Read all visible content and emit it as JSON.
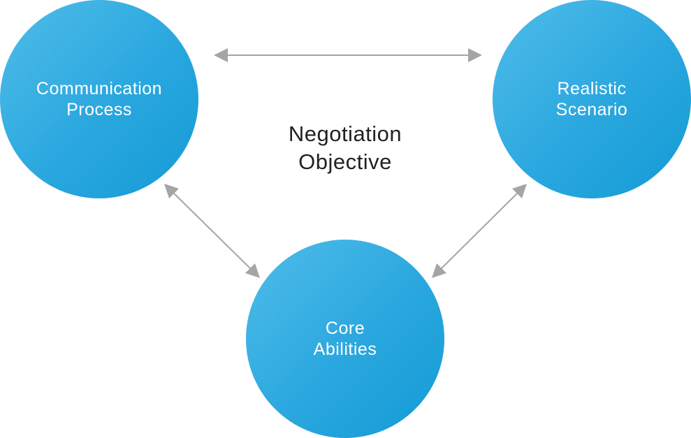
{
  "diagram": {
    "title_lines": [
      "Negotiation",
      "Objective"
    ],
    "nodes": {
      "communication": {
        "lines": [
          "Communication",
          "Process"
        ]
      },
      "realistic": {
        "lines": [
          "Realistic",
          "Scenario"
        ]
      },
      "core": {
        "lines": [
          "Core",
          "Abilities"
        ]
      }
    },
    "connectors": [
      {
        "from": "communication",
        "to": "realistic",
        "style": "double-arrow"
      },
      {
        "from": "communication",
        "to": "core",
        "style": "double-arrow"
      },
      {
        "from": "realistic",
        "to": "core",
        "style": "double-arrow"
      }
    ],
    "colors": {
      "node_fill": "#2aa7df",
      "node_text": "#ffffff",
      "connector": "#a5a5a5",
      "title_text": "#222222"
    }
  }
}
